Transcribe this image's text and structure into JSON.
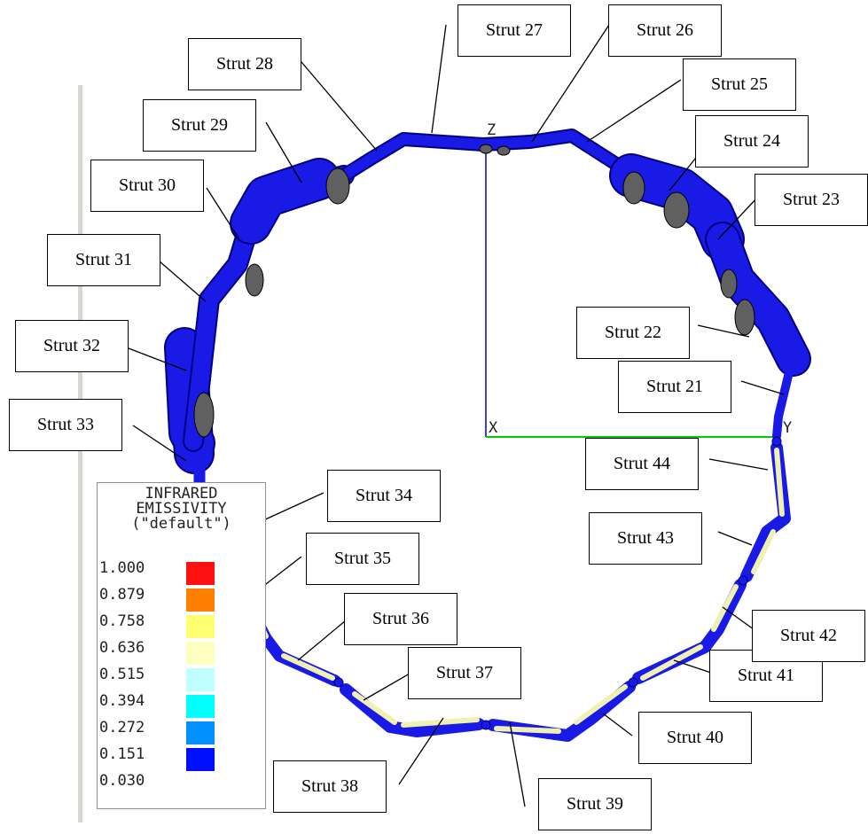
{
  "axes": {
    "z_label": "Z",
    "x_label": "X",
    "y_label": "Y"
  },
  "legend": {
    "title_lines": [
      "INFRARED",
      "EMISSIVITY",
      "(\"default\")"
    ],
    "entries": [
      {
        "value": "1.000",
        "color": "#ff1010"
      },
      {
        "value": "0.879",
        "color": "#ff8000"
      },
      {
        "value": "0.758",
        "color": "#ffff70"
      },
      {
        "value": "0.636",
        "color": "#ffffc0"
      },
      {
        "value": "0.515",
        "color": "#c0ffff"
      },
      {
        "value": "0.394",
        "color": "#00ffff"
      },
      {
        "value": "0.272",
        "color": "#0090ff"
      },
      {
        "value": "0.151",
        "color": "#0010ff"
      },
      {
        "value": "0.030",
        "color": ""
      }
    ]
  },
  "colors": {
    "strut_blue": "#1a1ae6",
    "strut_dark": "#000080",
    "cap_gray": "#606060",
    "coating_yellow": "#f0f0b0",
    "x_axis": "#00cc00",
    "z_axis": "#0000cc"
  },
  "struts": [
    {
      "label": "Strut 21"
    },
    {
      "label": "Strut 22"
    },
    {
      "label": "Strut 23"
    },
    {
      "label": "Strut 24"
    },
    {
      "label": "Strut 25"
    },
    {
      "label": "Strut 26"
    },
    {
      "label": "Strut 27"
    },
    {
      "label": "Strut 28"
    },
    {
      "label": "Strut 29"
    },
    {
      "label": "Strut 30"
    },
    {
      "label": "Strut 31"
    },
    {
      "label": "Strut 32"
    },
    {
      "label": "Strut 33"
    },
    {
      "label": "Strut 34"
    },
    {
      "label": "Strut 35"
    },
    {
      "label": "Strut 36"
    },
    {
      "label": "Strut 37"
    },
    {
      "label": "Strut 38"
    },
    {
      "label": "Strut 39"
    },
    {
      "label": "Strut 40"
    },
    {
      "label": "Strut 41"
    },
    {
      "label": "Strut 42"
    },
    {
      "label": "Strut 43"
    },
    {
      "label": "Strut 44"
    }
  ]
}
